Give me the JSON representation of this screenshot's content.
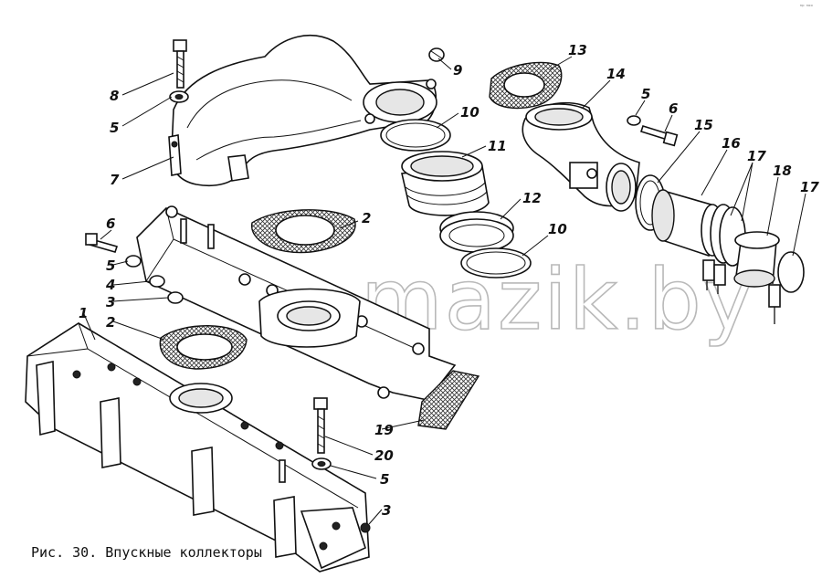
{
  "caption": "Рис. 30. Впускные коллекторы",
  "watermark": "mazik.by",
  "corner_mark": "ⁿᵖ ⁿᵒᵒ",
  "callouts": [
    {
      "id": "c-8",
      "label": "8"
    },
    {
      "id": "c-5a",
      "label": "5"
    },
    {
      "id": "c-7",
      "label": "7"
    },
    {
      "id": "c-9",
      "label": "9"
    },
    {
      "id": "c-10a",
      "label": "10"
    },
    {
      "id": "c-11",
      "label": "11"
    },
    {
      "id": "c-13",
      "label": "13"
    },
    {
      "id": "c-14",
      "label": "14"
    },
    {
      "id": "c-5b",
      "label": "5"
    },
    {
      "id": "c-6a",
      "label": "6"
    },
    {
      "id": "c-15",
      "label": "15"
    },
    {
      "id": "c-16",
      "label": "16"
    },
    {
      "id": "c-17a",
      "label": "17"
    },
    {
      "id": "c-18",
      "label": "18"
    },
    {
      "id": "c-17b",
      "label": "17"
    },
    {
      "id": "c-12",
      "label": "12"
    },
    {
      "id": "c-10b",
      "label": "10"
    },
    {
      "id": "c-2a",
      "label": "2"
    },
    {
      "id": "c-6b",
      "label": "6"
    },
    {
      "id": "c-5c",
      "label": "5"
    },
    {
      "id": "c-4",
      "label": "4"
    },
    {
      "id": "c-3a",
      "label": "3"
    },
    {
      "id": "c-1",
      "label": "1"
    },
    {
      "id": "c-2b",
      "label": "2"
    },
    {
      "id": "c-19",
      "label": "19"
    },
    {
      "id": "c-20",
      "label": "20"
    },
    {
      "id": "c-5d",
      "label": "5"
    },
    {
      "id": "c-3b",
      "label": "3"
    }
  ]
}
